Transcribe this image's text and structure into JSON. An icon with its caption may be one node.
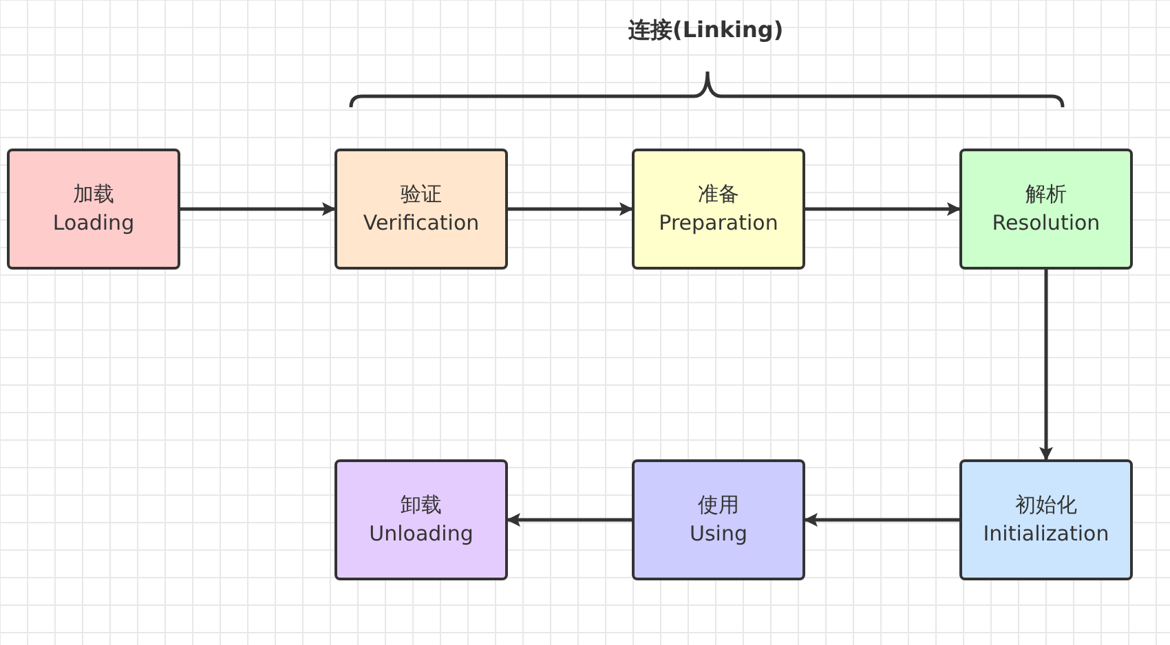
{
  "diagram": {
    "nodes": [
      {
        "text": [
          "加载",
          "Loading"
        ]
      },
      {
        "text": [
          "验证",
          "Verification"
        ]
      },
      {
        "text": [
          "准备",
          "Preparation"
        ]
      },
      {
        "text": [
          "解析",
          "Resolution"
        ]
      },
      {
        "text": [
          "初始化",
          "Initialization"
        ]
      },
      {
        "text": [
          "使用",
          "Using"
        ]
      },
      {
        "text": [
          "卸载",
          "Unloading"
        ]
      }
    ],
    "edges": [
      {
        "from": 0,
        "to": 1,
        "arrow": "to"
      },
      {
        "from": 1,
        "to": 2,
        "arrow": "to"
      },
      {
        "from": 2,
        "to": 3,
        "arrow": "to"
      },
      {
        "from": 3,
        "to": 4,
        "arrow": "to"
      },
      {
        "from": 4,
        "to": 5,
        "arrow": "to"
      },
      {
        "from": 5,
        "to": 6,
        "arrow": "to"
      }
    ],
    "labels": [
      "连接(Linking)"
    ]
  }
}
